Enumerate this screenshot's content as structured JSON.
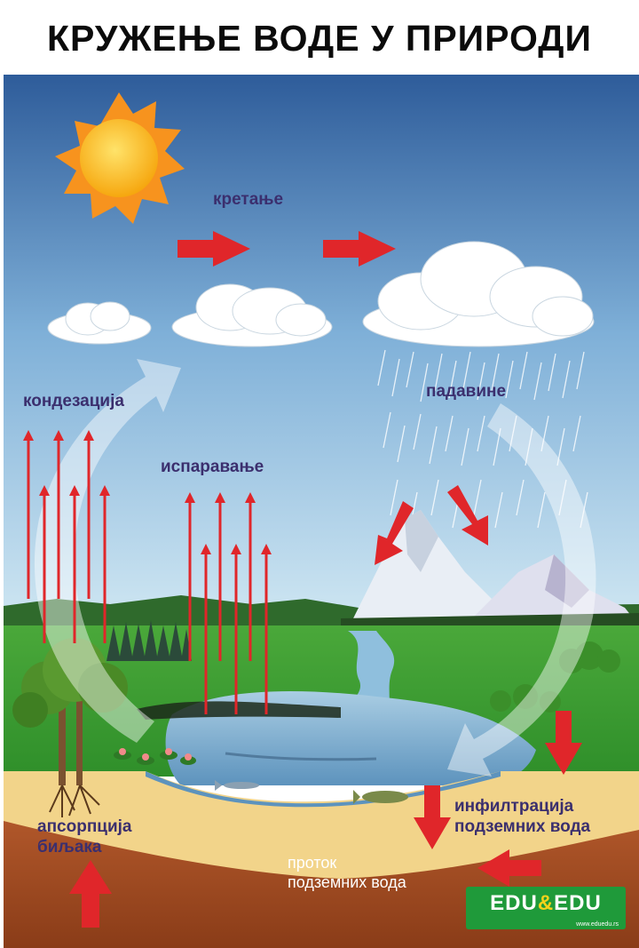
{
  "title": "КРУЖЕЊЕ ВОДЕ У ПРИРОДИ",
  "labels": {
    "movement": "кретање",
    "condensation": "кондезација",
    "evaporation": "испаравање",
    "precipitation": "падавине",
    "infiltration_line1": "инфилтрација",
    "infiltration_line2": "подземних вода",
    "groundwater_flow_line1": "проток",
    "groundwater_flow_line2": "подземних вода",
    "absorption_line1": "апсорпција",
    "absorption_line2": "биљака"
  },
  "logo": {
    "left": "EDU",
    "amp": "&",
    "right": "EDU",
    "url": "www.eduedu.rs"
  },
  "colors": {
    "arrow": "#e0262a",
    "label": "#3b2f6e",
    "sky_top": "#2e5c9a",
    "sand": "#f2d48a",
    "soil": "#9a4a20",
    "logo_green": "#1f9a3a"
  }
}
